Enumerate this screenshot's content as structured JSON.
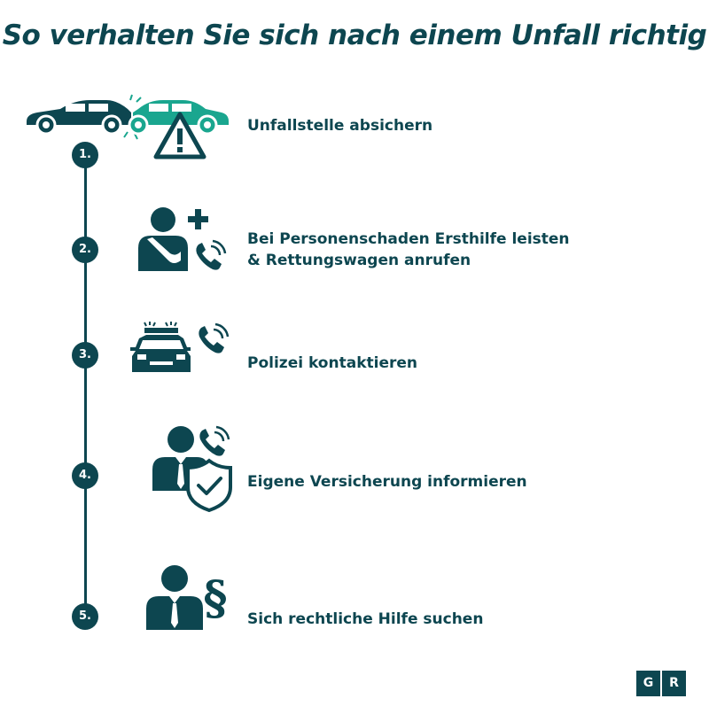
{
  "title": "So verhalten Sie sich nach einem Unfall richtig",
  "colors": {
    "primary": "#0d4650",
    "accent": "#1aa68f",
    "background": "#ffffff"
  },
  "steps": [
    {
      "number": "1.",
      "label": "Unfallstelle absichern",
      "icon": "car-crash-warning-icon"
    },
    {
      "number": "2.",
      "label_line1": "Bei Personenschaden Ersthilfe leisten",
      "label_line2": "& Rettungswagen anrufen",
      "icon": "injured-person-phone-icon"
    },
    {
      "number": "3.",
      "label": "Polizei kontaktieren",
      "icon": "police-car-phone-icon"
    },
    {
      "number": "4.",
      "label": "Eigene Versicherung informieren",
      "icon": "insurance-agent-shield-icon"
    },
    {
      "number": "5.",
      "label": "Sich rechtliche Hilfe suchen",
      "icon": "lawyer-paragraph-icon"
    }
  ],
  "brand": {
    "left": "G",
    "right": "R"
  }
}
